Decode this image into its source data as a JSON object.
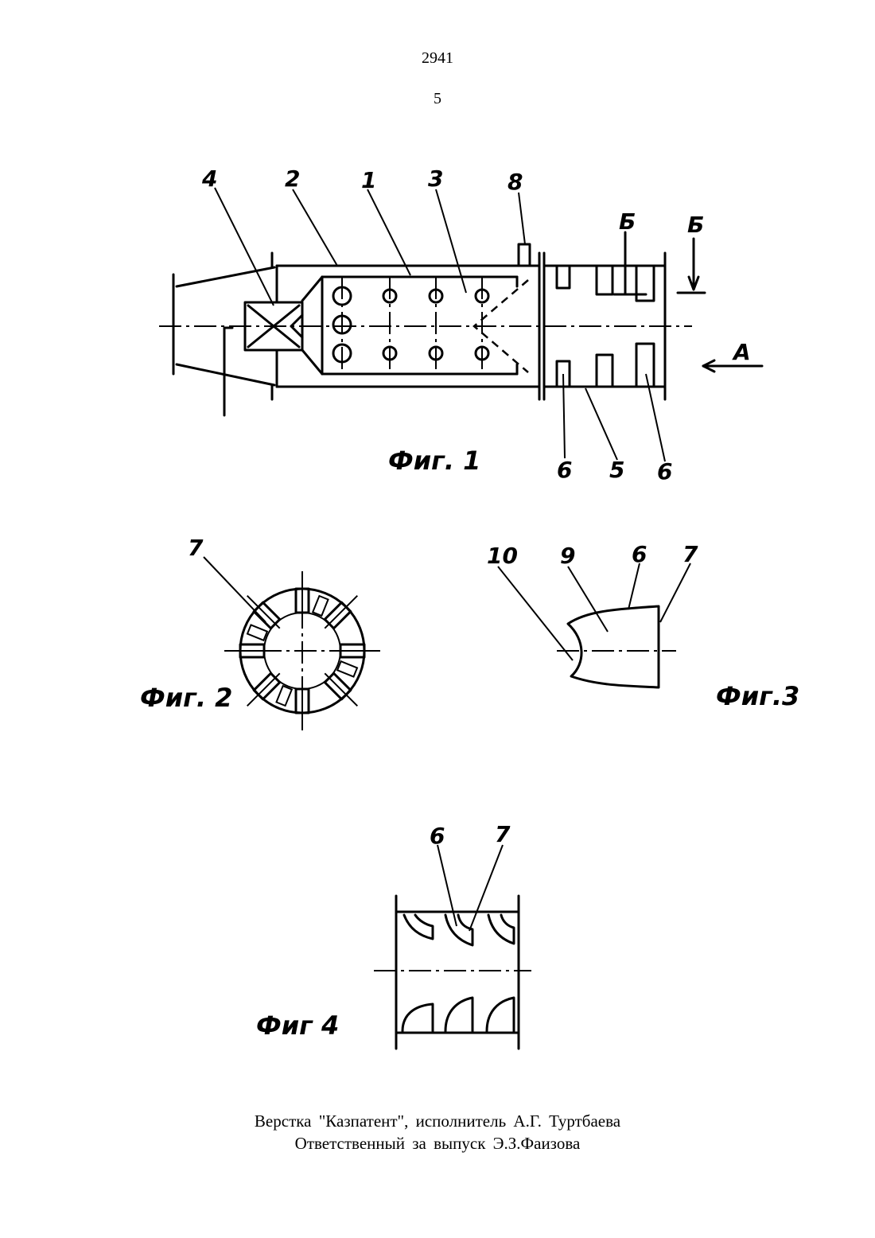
{
  "header": {
    "patent_number": "2941",
    "page_number": "5"
  },
  "figures": {
    "fig1": {
      "caption": "Фиг. 1",
      "labels": [
        "4",
        "2",
        "1",
        "3",
        "8",
        "Б",
        "Б",
        "А",
        "6",
        "5",
        "6"
      ]
    },
    "fig2": {
      "caption": "Фиг. 2",
      "labels": [
        "7"
      ]
    },
    "fig3": {
      "caption": "Фиг.3",
      "labels": [
        "10",
        "9",
        "6",
        "7"
      ]
    },
    "fig4": {
      "caption": "Фиг 4",
      "labels": [
        "6",
        "7"
      ]
    }
  },
  "footer": {
    "line1": "Верстка \"Казпатент\", исполнитель  А.Г. Туртбаева",
    "line2": "Ответственный за выпуск  Э.З.Фаизова"
  }
}
